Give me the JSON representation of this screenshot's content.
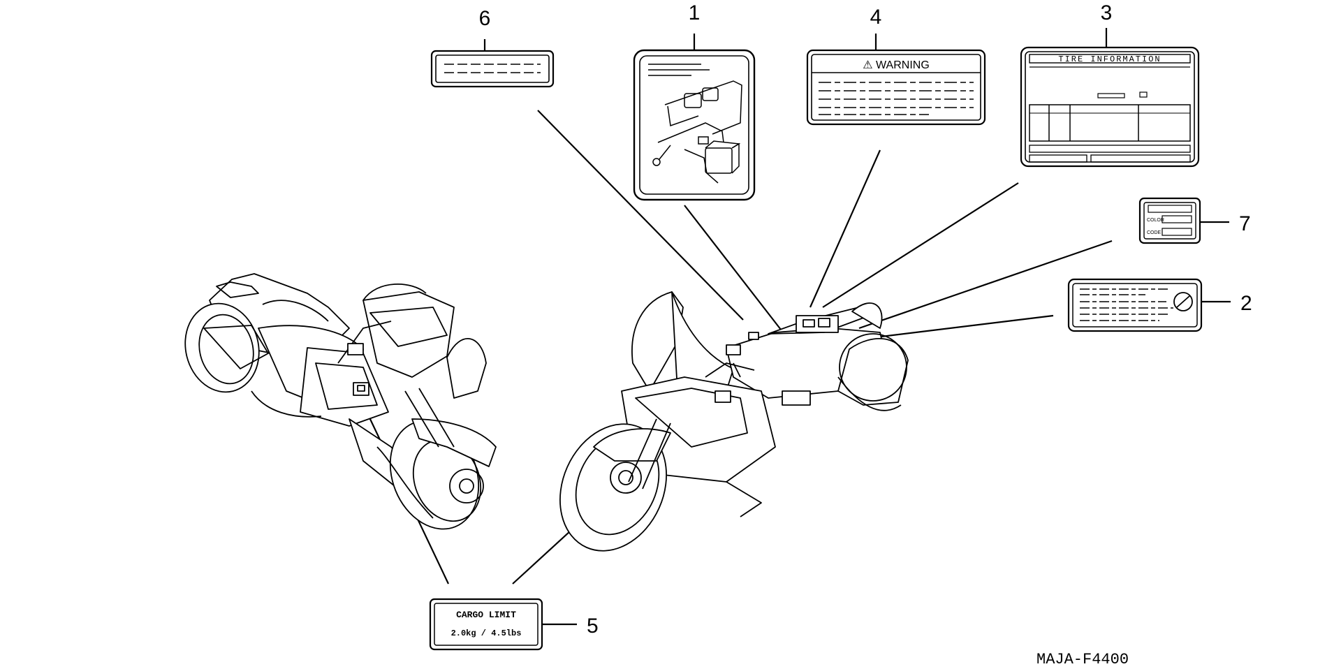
{
  "callouts": {
    "c1": "1",
    "c2": "2",
    "c3": "3",
    "c4": "4",
    "c5": "5",
    "c6": "6",
    "c7": "7"
  },
  "labels": {
    "warning": "⚠ WARNING",
    "tire_information": "TIRE INFORMATION",
    "color": "COLOR",
    "code": "CODE",
    "cargo_limit": "CARGO LIMIT",
    "cargo_weight": "2.0kg / 4.5lbs"
  },
  "diagram_code": "MAJA-F4400"
}
